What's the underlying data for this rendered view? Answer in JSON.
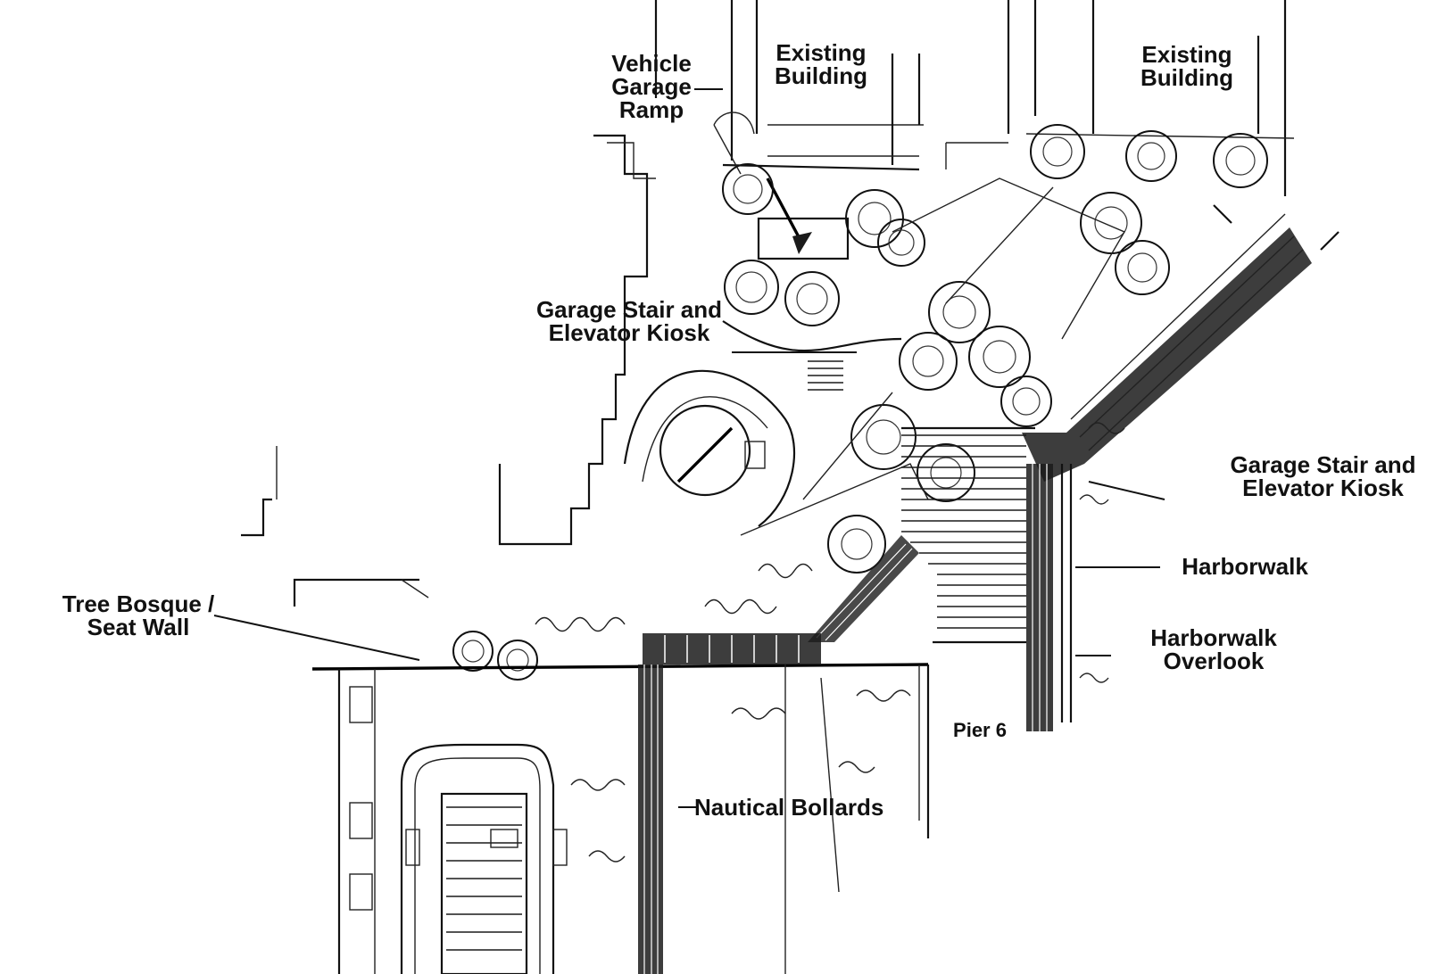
{
  "labels": {
    "vehicle_garage_ramp": "Vehicle\nGarage\nRamp",
    "existing_building_left": "Existing\nBuilding",
    "existing_building_right": "Existing\nBuilding",
    "garage_stair_kiosk_left": "Garage Stair and\nElevator Kiosk",
    "garage_stair_kiosk_right": "Garage Stair and\nElevator Kiosk",
    "harborwalk": "Harborwalk",
    "harborwalk_overlook": "Harborwalk\nOverlook",
    "pier": "Pier 6",
    "tree_bosque": "Tree Bosque /\nSeat Wall",
    "nautical_bollards": "Nautical Bollards"
  }
}
